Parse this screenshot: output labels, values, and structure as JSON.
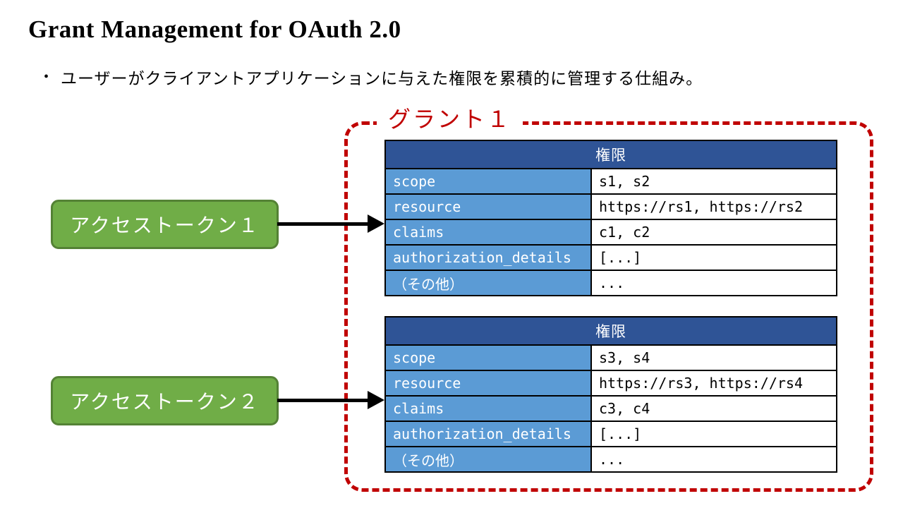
{
  "page": {
    "title": "Grant Management for OAuth 2.0",
    "bullet": "ユーザーがクライアントアプリケーションに与えた権限を累積的に管理する仕組み。",
    "bullet_marker": "•"
  },
  "grant": {
    "label": "グラント１"
  },
  "tokens": [
    {
      "label": "アクセストークン１"
    },
    {
      "label": "アクセストークン２"
    }
  ],
  "tables": [
    {
      "header": "権限",
      "rows": [
        {
          "key": "scope",
          "value": "s1, s2"
        },
        {
          "key": "resource",
          "value": "https://rs1, https://rs2"
        },
        {
          "key": "claims",
          "value": "c1, c2"
        },
        {
          "key": "authorization_details",
          "value": "[...]"
        },
        {
          "key": "（その他）",
          "value": "..."
        }
      ]
    },
    {
      "header": "権限",
      "rows": [
        {
          "key": "scope",
          "value": "s3, s4"
        },
        {
          "key": "resource",
          "value": "https://rs3, https://rs4"
        },
        {
          "key": "claims",
          "value": "c3, c4"
        },
        {
          "key": "authorization_details",
          "value": "[...]"
        },
        {
          "key": "（その他）",
          "value": "..."
        }
      ]
    }
  ],
  "colors": {
    "header_blue": "#2F5496",
    "cell_blue": "#5B9BD5",
    "green_fill": "#70AD47",
    "green_border": "#548235",
    "accent_red": "#C00000"
  }
}
